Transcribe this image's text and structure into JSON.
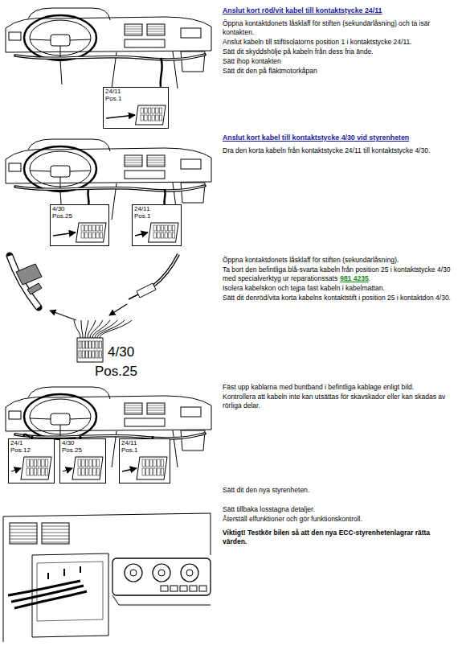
{
  "diagram": {
    "nodes": [
      {
        "text": [
          "24/11",
          "Pos.1"
        ]
      },
      {
        "text": [
          "4/30",
          "Pos.25"
        ]
      },
      {
        "text": [
          "24/11",
          "Pos.1"
        ]
      },
      {
        "text": [
          "24/1",
          "Pos.12"
        ]
      },
      {
        "text": [
          "4/30",
          "Pos.25"
        ]
      },
      {
        "text": [
          "24/11",
          "Pos.1"
        ]
      }
    ],
    "labels": [
      "Anslut kort röd/vit kabel till kontaktstycke 24/11",
      "Öppna kontaktdonets låsklaff för stiften (sekundärlåsning) och ta isär kontakten.",
      "Anslut kabeln till stiftisolatorns position 1 i kontaktstycke 24/11.",
      "Sätt dit skyddshölje på kabeln från dess fria ände.",
      "Sätt ihop kontakten",
      "Sätt dit den på fläktmotorkåpan",
      "Anslut kort kabel till kontaktstycke 4/30 vid styrenheten",
      "Dra den korta kabeln från kontaktstycke 24/11 till kontaktstycke 4/30.",
      "Öppna kontaktdonets låsklaff för stiften (sekundärlåsning).",
      "Ta bort den befintliga blå-svarta kabeln från position 25 i kontaktstycke 4/30 med specialverktyg ur reparationssats",
      "981 4235",
      ".",
      "Isolera kabelskon och tejpa fast kabeln i kabelmattan.",
      "Sätt dit denröd/vita korta kabelns kontaktstift i position 25 i kontaktdon 4/30.",
      "4/30",
      "Pos.25",
      "Fäst upp kablarna med buntband i befintliga kablage enligt bild.",
      "Kontrollera att kabeln inte kan utsättas för skavskador eller kan skadas av rörliga delar.",
      "Sätt dit den nya styrenheten.",
      "Sätt tillbaka losstagna detaljer.",
      "Återställ elfunktioner och gör funktionskontroll.",
      "Viktigt! Testkör bilen så att den nya ECC-styrenhetenlagrar rätta värden."
    ]
  }
}
